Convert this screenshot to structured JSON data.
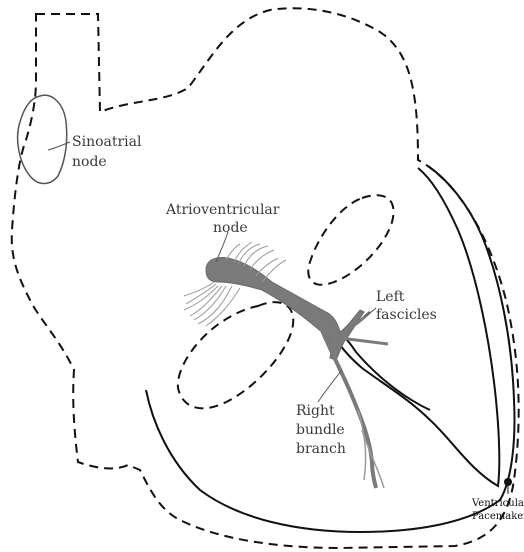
{
  "labels": {
    "sinoatrial_line1": "Sinoatrial",
    "sinoatrial_line2": "node",
    "av_line1": "Atrioventricular",
    "av_line2": "node",
    "left_fascicles_line1": "Left",
    "left_fascicles_line2": "fascicles",
    "right_bundle_line1": "Right",
    "right_bundle_line2": "bundle",
    "right_bundle_line3": "branch",
    "ventricular_line1": "Ventricular",
    "ventricular_line2": "Pacemaker"
  },
  "colors": {
    "outline": "#111111",
    "conduction": "#7a7a7a",
    "fiber": "#9a9a9a",
    "text": "#3a3a3a"
  }
}
